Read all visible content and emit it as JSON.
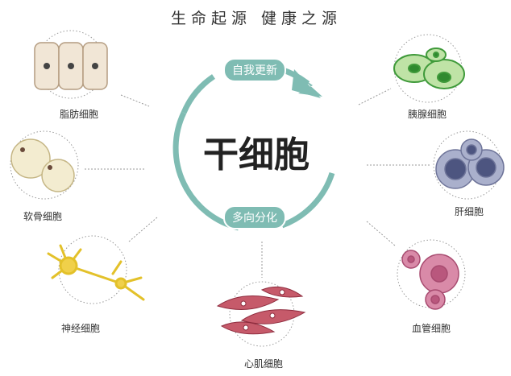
{
  "title": "生命起源  健康之源",
  "center_label": "干细胞",
  "cycle": {
    "top_label": "自我更新",
    "bottom_label": "多向分化"
  },
  "cells": {
    "fat": "脂肪细胞",
    "cartilage": "软骨细胞",
    "nerve": "神经细胞",
    "cardiac": "心肌细胞",
    "vascular": "血管细胞",
    "liver": "肝细胞",
    "pancreas": "胰腺细胞"
  },
  "colors": {
    "accent": "#7fbcb3"
  }
}
